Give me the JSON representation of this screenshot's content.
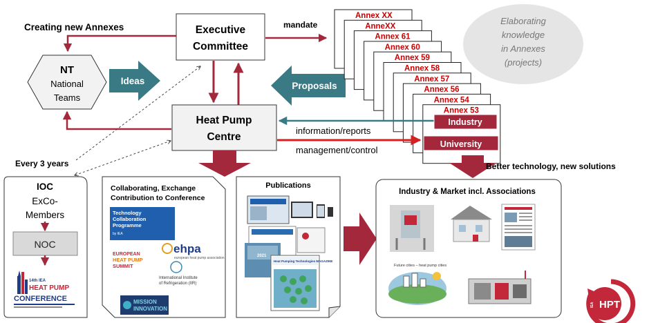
{
  "labels": {
    "creating_new_annexes": "Creating new Annexes",
    "executive_committee_line1": "Executive",
    "executive_committee_line2": "Committee",
    "mandate": "mandate",
    "nt_title": "NT",
    "nt_line1": "National",
    "nt_line2": "Teams",
    "ideas": "Ideas",
    "proposals": "Proposals",
    "hpc_line1": "Heat Pump",
    "hpc_line2": "Centre",
    "information_reports": "information/reports",
    "management_control": "management/control",
    "every_3_years": "Every 3 years",
    "better_technology": "Better technology, new solutions",
    "elaborating_line1": "Elaborating",
    "elaborating_line2": "knowledge",
    "elaborating_line3": "in Annexes",
    "elaborating_line4": "(projects)",
    "industry": "Industry",
    "university": "University"
  },
  "annexes": [
    "Annex XX",
    "AnneXX",
    "Annex 61",
    "Annex 60",
    "Annex 59",
    "Annex 58",
    "Annex 57",
    "Annex 56",
    "Annex 54",
    "Annex 53"
  ],
  "ioc": {
    "title": "IOC",
    "line1": "ExCo-",
    "line2": "Members",
    "noc": "NOC",
    "conf_line1": "14th IEA",
    "conf_line2": "HEAT PUMP",
    "conf_line3": "CONFERENCE"
  },
  "collab": {
    "title_line1": "Collaborating, Exchange",
    "title_line2": "Contribution to Conference",
    "tcp_line1": "Technology",
    "tcp_line2": "Collaboration",
    "tcp_line3": "Programme",
    "tcp_line4": "by IEA",
    "ehpa": "ehpa",
    "ehpa_sub": "european heat pump association",
    "summit_line1": "EUROPEAN",
    "summit_line2": "HEAT PUMP",
    "summit_line3": "SUMMIT",
    "iir_line1": "International Institute",
    "iir_line2": "of Refrigeration (IIR)",
    "mission_line1": "MISSION",
    "mission_line2": "INNOVATION"
  },
  "publications": {
    "title": "Publications",
    "magazine": "Heat Pumping Technologies MAGAZINE"
  },
  "market": {
    "title": "Industry & Market incl. Associations",
    "caption": "Future cities – heat pump cities"
  },
  "logo": {
    "text": "HPT",
    "side": "IEA"
  },
  "colors": {
    "accent_red": "#a3283c",
    "teal": "#3a7a85",
    "bright_red": "#d42020",
    "annex_text": "#cc0000",
    "light_gray_ellipse": "#e5e5e5"
  }
}
